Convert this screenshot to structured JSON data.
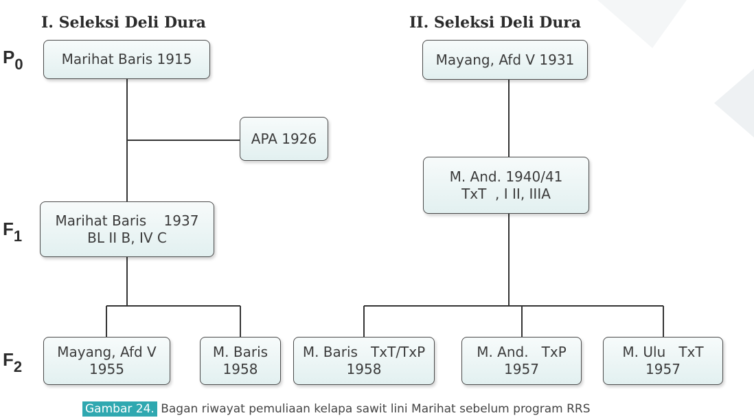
{
  "colors": {
    "box_fill": "#e2f0f0",
    "box_border": "#4a4a4a",
    "line": "#333333",
    "caption_label_bg": "#2fa8b0"
  },
  "headings": {
    "left": "I. Seleksi Deli Dura",
    "right": "II. Seleksi Deli Dura"
  },
  "generations": [
    {
      "letter": "P",
      "sub": "0"
    },
    {
      "letter": "F",
      "sub": "1"
    },
    {
      "letter": "F",
      "sub": "2"
    }
  ],
  "nodes": {
    "marihat_baris_1915": [
      "Marihat Baris 1915"
    ],
    "apa_1926": [
      "APA 1926"
    ],
    "marihat_baris_1937": [
      "Marihat Baris    1937",
      "BL II B, IV C"
    ],
    "mayang_afd_v_1955": [
      "Mayang, Afd V",
      "1955"
    ],
    "m_baris_1958": [
      "M. Baris",
      "1958"
    ],
    "mayang_afd_v_1931": [
      "Mayang, Afd V 1931"
    ],
    "m_and_1940": [
      "M. And. 1940/41",
      "TxT  , I II, IIIA"
    ],
    "m_baris_txt_txp_1958": [
      "M. Baris   TxT/TxP",
      "1958"
    ],
    "m_and_txp_1957": [
      "M. And.   TxP",
      "1957"
    ],
    "m_ulu_txt_1957": [
      "M. Ulu   TxT",
      "1957"
    ]
  },
  "caption": {
    "label": "Gambar 24.",
    "text": " Bagan riwayat pemuliaan kelapa sawit lini Marihat sebelum program RRS"
  }
}
